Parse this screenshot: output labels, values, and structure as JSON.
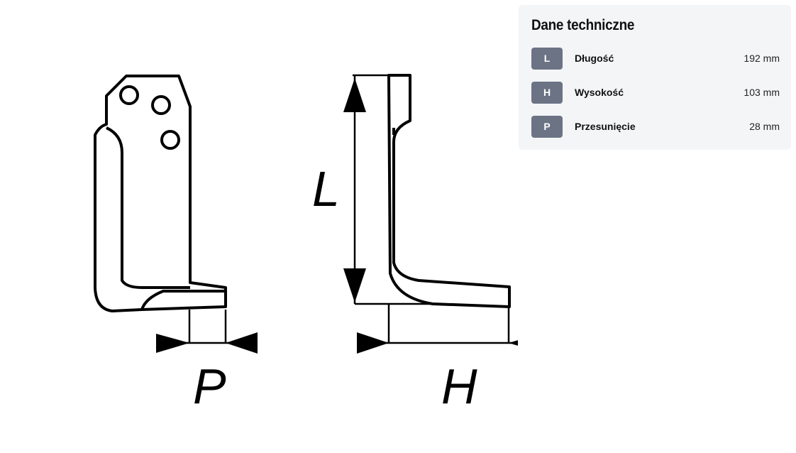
{
  "drawing": {
    "labels": {
      "L": "L",
      "P": "P",
      "H": "H"
    }
  },
  "panel": {
    "title": "Dane techniczne",
    "rows": [
      {
        "badge": "L",
        "label": "Długość",
        "value": "192 mm"
      },
      {
        "badge": "H",
        "label": "Wysokość",
        "value": "103 mm"
      },
      {
        "badge": "P",
        "label": "Przesunięcie",
        "value": "28 mm"
      }
    ]
  }
}
